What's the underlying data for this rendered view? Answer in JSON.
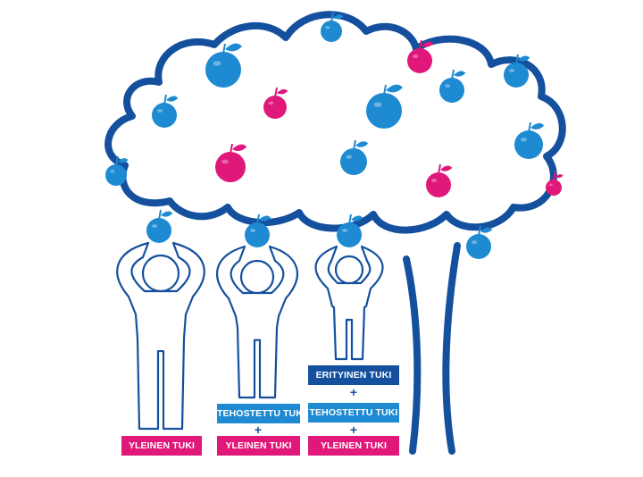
{
  "colors": {
    "navy": "#14509e",
    "blue": "#1e8ad2",
    "magenta": "#e0187a",
    "leaf_blue": "#1e8ad2",
    "leaf_magenta": "#e0187a",
    "background": "#ffffff"
  },
  "tree": {
    "apples": [
      {
        "color": "blue"
      },
      {
        "color": "blue"
      },
      {
        "color": "magenta"
      },
      {
        "color": "blue"
      },
      {
        "color": "blue"
      },
      {
        "color": "magenta"
      },
      {
        "color": "blue"
      },
      {
        "color": "blue"
      },
      {
        "color": "magenta"
      },
      {
        "color": "blue"
      },
      {
        "color": "blue"
      },
      {
        "color": "magenta"
      },
      {
        "color": "blue"
      },
      {
        "color": "magenta"
      },
      {
        "color": "blue"
      },
      {
        "color": "blue"
      },
      {
        "color": "blue"
      },
      {
        "color": "blue"
      }
    ]
  },
  "figures": [
    {
      "labels": [
        {
          "text": "YLEINEN TUKI",
          "color": "magenta"
        }
      ]
    },
    {
      "labels": [
        {
          "text": "TEHOSTETTU TUKI",
          "color": "blue"
        },
        {
          "text": "YLEINEN TUKI",
          "color": "magenta"
        }
      ],
      "separator": "+"
    },
    {
      "labels": [
        {
          "text": "ERITYINEN TUKI",
          "color": "navy"
        },
        {
          "text": "TEHOSTETTU TUKI",
          "color": "blue"
        },
        {
          "text": "YLEINEN TUKI",
          "color": "magenta"
        }
      ],
      "separator": "+"
    }
  ]
}
